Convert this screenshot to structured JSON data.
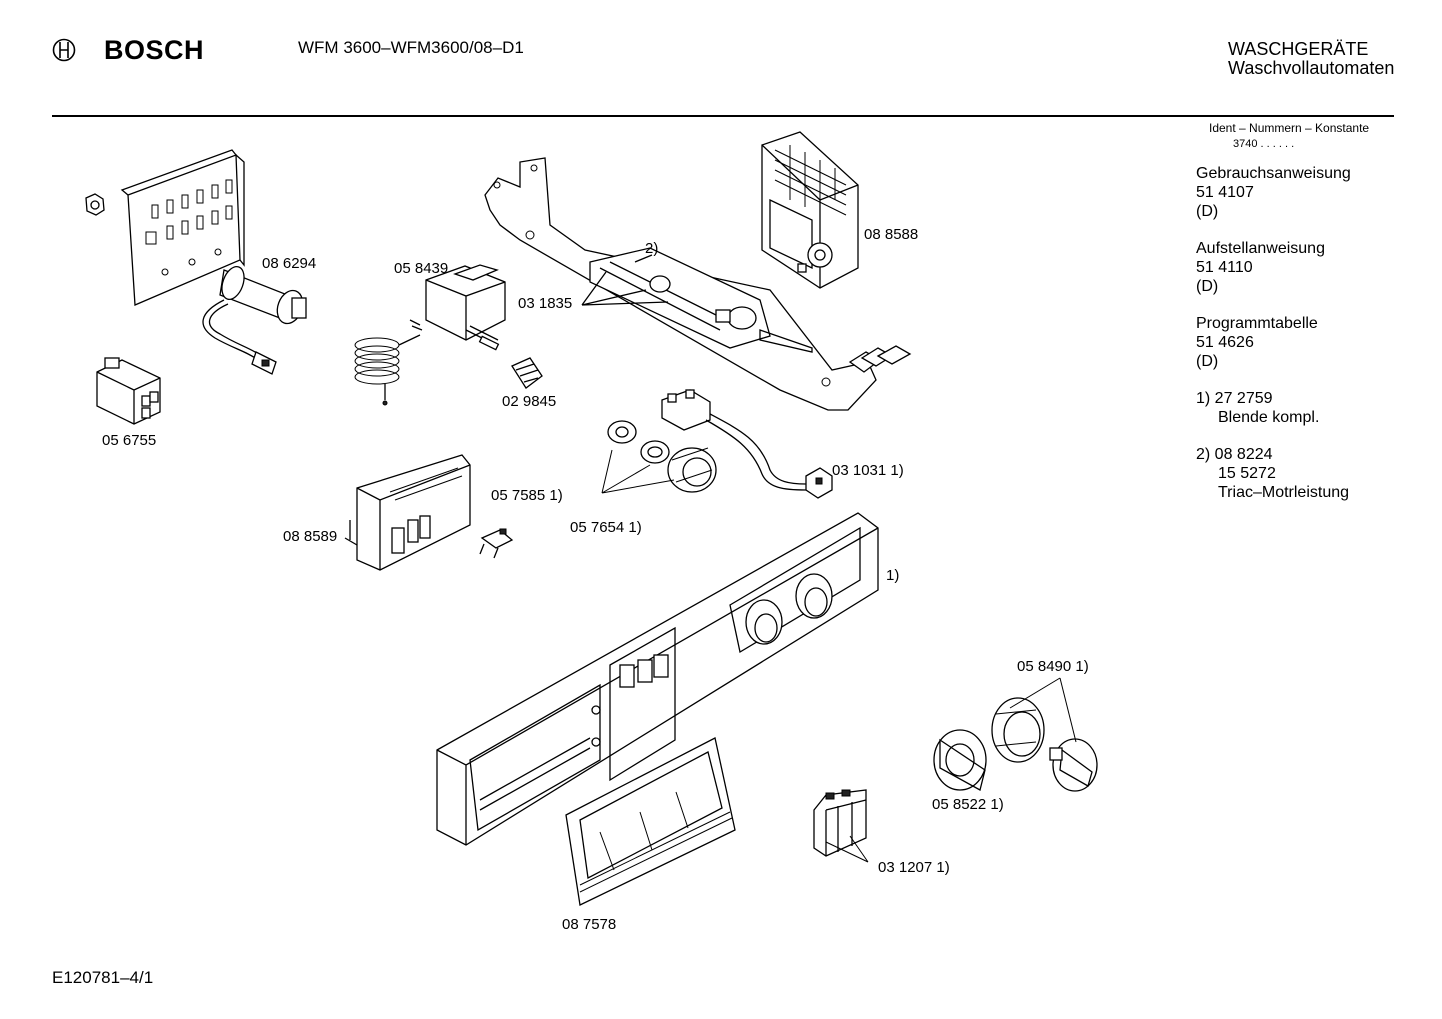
{
  "header": {
    "brand": "BOSCH",
    "model": "WFM 3600–WFM3600/08–D1",
    "category_line1": "WASCHGERÄTE",
    "category_line2": "Waschvollautomaten"
  },
  "ident": {
    "heading": "Ident – Nummern – Konstante",
    "value": "3740 . . . . . ."
  },
  "documents": [
    {
      "line1": "Gebrauchsanweisung",
      "line2": "51 4107",
      "line3": "(D)"
    },
    {
      "line1": "Aufstellanweisung",
      "line2": "51 4110",
      "line3": "(D)"
    },
    {
      "line1": "Programmtabelle",
      "line2": "51 4626",
      "line3": "(D)"
    }
  ],
  "footnotes": {
    "note1_line1": "1)  27 2759",
    "note1_line2": "Blende kompl.",
    "note2_line1": "2)  08 8224",
    "note2_line2": "15 5272",
    "note2_line3": "Triac–Motrleistung"
  },
  "parts": {
    "p086294": "08 6294",
    "p056755": "05 6755",
    "p058439": "05 8439",
    "p031835": "03 1835",
    "note2_marker": "2)",
    "p029845": "02 9845",
    "p088588": "08 8588",
    "p031031": "03 1031 1)",
    "p057585": "05 7585 1)",
    "p057654": "05 7654 1)",
    "p088589": "08 8589",
    "note1_marker": "1)",
    "p058490": "05 8490 1)",
    "p058522": "05 8522 1)",
    "p031207": "03 1207 1)",
    "p087578": "08 7578"
  },
  "footer": {
    "code": "E120781–4/1"
  }
}
